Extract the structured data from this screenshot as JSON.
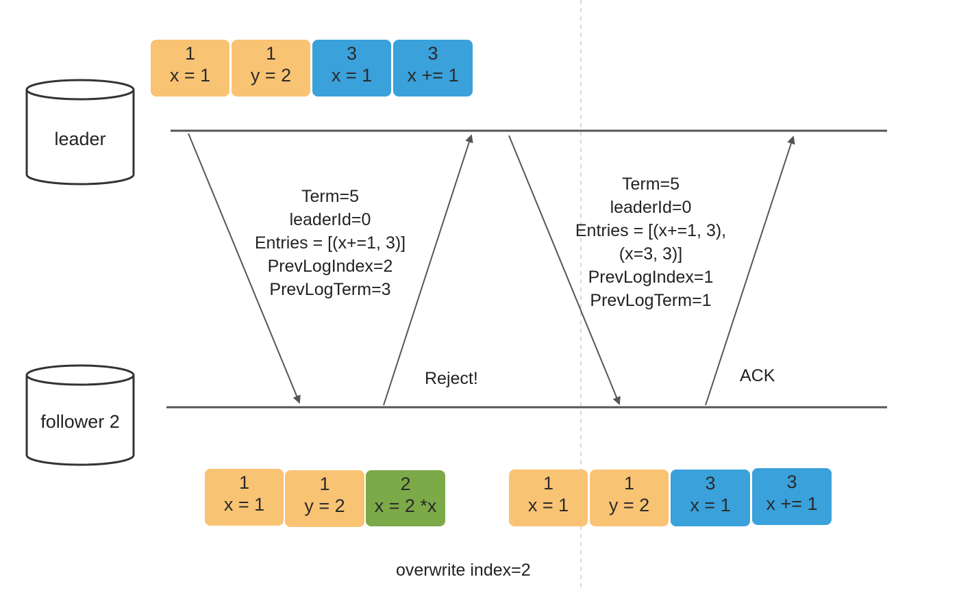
{
  "colors": {
    "term1": "#F9C374",
    "term3": "#3AA1DB",
    "term2": "#7DAA48",
    "line": "#555555",
    "divider": "#cccccc"
  },
  "nodes": {
    "leader": "leader",
    "follower": "follower 2"
  },
  "leader_log": [
    {
      "term": "1",
      "cmd": "x = 1"
    },
    {
      "term": "1",
      "cmd": "y = 2"
    },
    {
      "term": "3",
      "cmd": "x = 1"
    },
    {
      "term": "3",
      "cmd": "x += 1"
    }
  ],
  "follower_log_before": [
    {
      "term": "1",
      "cmd": "x = 1"
    },
    {
      "term": "1",
      "cmd": "y = 2"
    },
    {
      "term": "2",
      "cmd": "x = 2 *x"
    }
  ],
  "follower_log_after": [
    {
      "term": "1",
      "cmd": "x = 1"
    },
    {
      "term": "1",
      "cmd": "y = 2"
    },
    {
      "term": "3",
      "cmd": "x = 1"
    },
    {
      "term": "3",
      "cmd": "x += 1"
    }
  ],
  "message1": {
    "lines": [
      "Term=5",
      "leaderId=0",
      "Entries = [(x+=1, 3)]",
      "PrevLogIndex=2",
      "PrevLogTerm=3"
    ]
  },
  "message2": {
    "lines": [
      "Term=5",
      "leaderId=0",
      "Entries = [(x+=1, 3),",
      "(x=3, 3)]",
      "PrevLogIndex=1",
      "PrevLogTerm=1"
    ]
  },
  "reply1": "Reject!",
  "reply2": "ACK",
  "footer_note": "overwrite index=2"
}
